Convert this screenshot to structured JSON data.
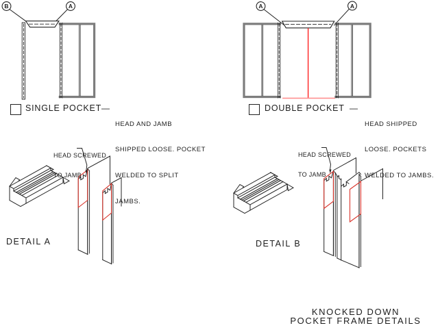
{
  "callouts": {
    "a": "A",
    "b": "B"
  },
  "single_pocket": {
    "label": "SINGLE POCKET",
    "separator": "—",
    "description": [
      "HEAD AND JAMB",
      "SHIPPED LOOSE. POCKET",
      "WELDED TO SPLIT",
      "JAMBS."
    ]
  },
  "double_pocket": {
    "label": "DOUBLE POCKET",
    "separator": "—",
    "description": [
      "HEAD SHIPPED",
      "LOOSE. POCKETS",
      "WELDED TO JAMBS."
    ]
  },
  "detail_a": {
    "label": "DETAIL A",
    "note": [
      "HEAD SCREWED",
      "TO JAMB"
    ]
  },
  "detail_b": {
    "label": "DETAIL B",
    "note": [
      "HEAD SCREWED",
      "TO JAMB"
    ]
  },
  "title": [
    "KNOCKED DOWN",
    "POCKET FRAME DETAILS"
  ],
  "colors": {
    "line": "#232323",
    "frame_gray": "#7d7d7d",
    "red": "#ff2222",
    "pink": "#ff9191",
    "weld_red": "#d9342b"
  }
}
